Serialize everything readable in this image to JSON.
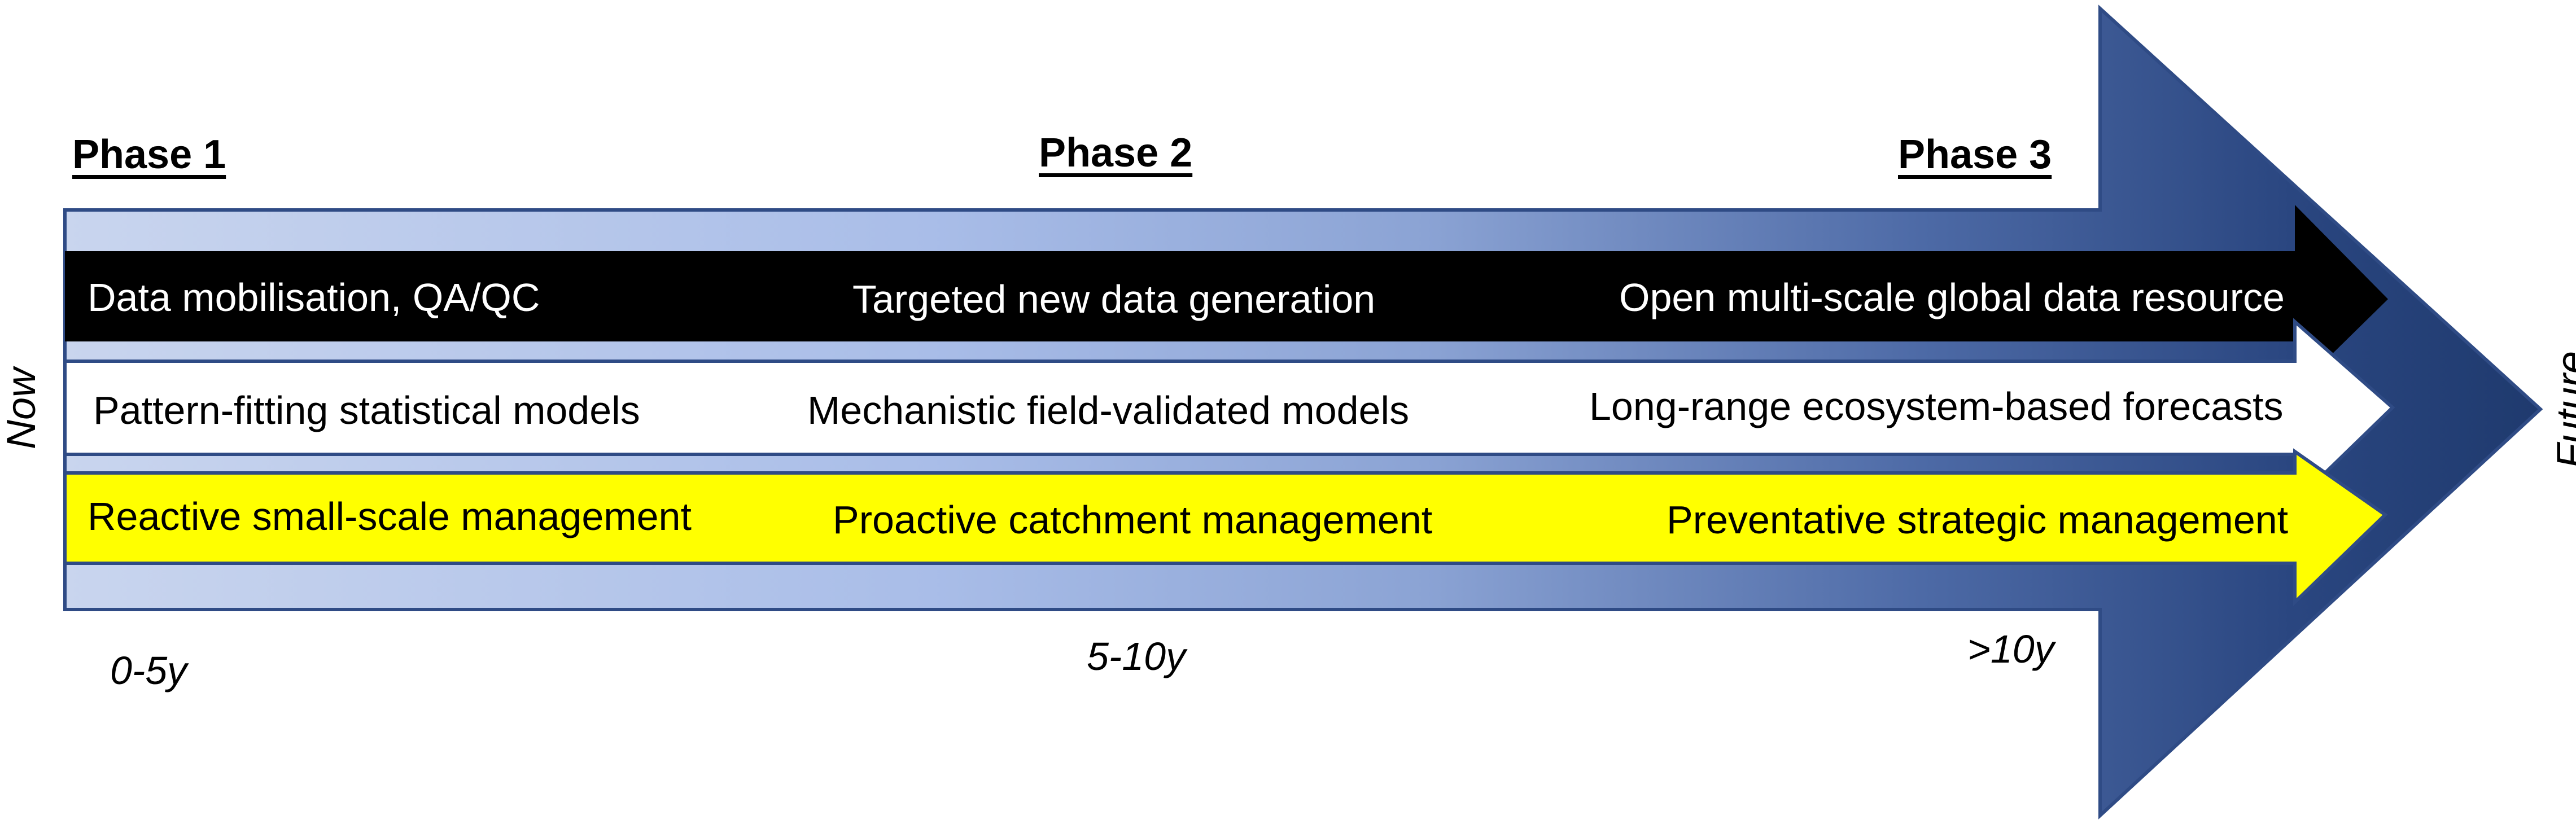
{
  "phases": [
    "Phase 1",
    "Phase 2",
    "Phase 3"
  ],
  "side_labels": {
    "start": "Now",
    "end": "Future"
  },
  "rows": [
    {
      "id": "data",
      "items": [
        "Data mobilisation, QA/QC",
        "Targeted new data generation",
        "Open multi-scale global data resource"
      ],
      "fill": "#000000",
      "text_color": "#ffffff"
    },
    {
      "id": "models",
      "items": [
        "Pattern-fitting statistical models",
        "Mechanistic field-validated models",
        "Long-range ecosystem-based forecasts"
      ],
      "fill": "#ffffff",
      "text_color": "#000000"
    },
    {
      "id": "management",
      "items": [
        "Reactive small-scale management",
        "Proactive catchment management",
        "Preventative strategic management"
      ],
      "fill": "#ffff00",
      "text_color": "#000000"
    }
  ],
  "timeframes": [
    "0-5y",
    "5-10y",
    ">10y"
  ],
  "colors": {
    "arrow_light": "#c9d5ee",
    "arrow_mid": "#9fb4e2",
    "arrow_dark": "#1f3a6e",
    "outline": "#2f4b85"
  }
}
